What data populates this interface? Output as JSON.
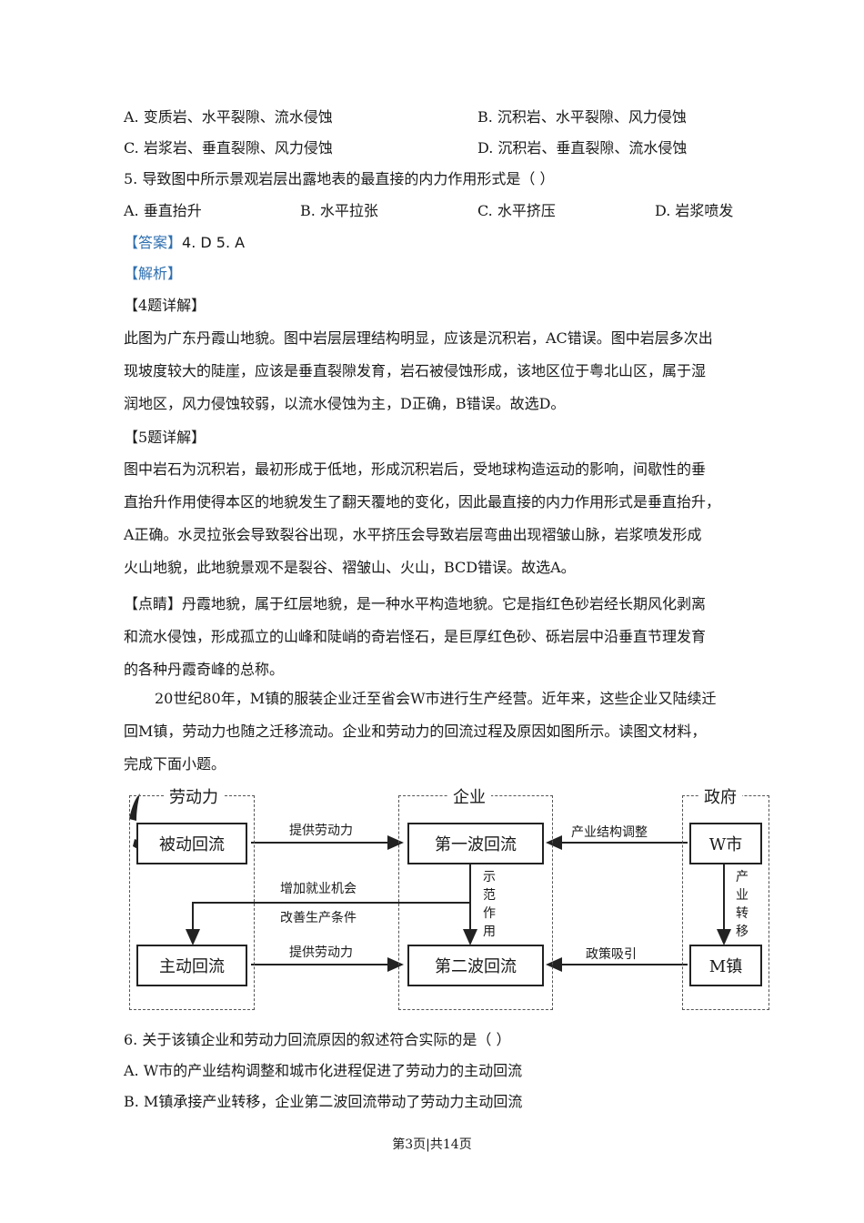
{
  "q4_options": {
    "a": "A.  变质岩、水平裂隙、流水侵蚀",
    "b": "B.  沉积岩、水平裂隙、风力侵蚀",
    "c": "C.  岩浆岩、垂直裂隙、风力侵蚀",
    "d": "D.  沉积岩、垂直裂隙、流水侵蚀"
  },
  "q5": {
    "stem": "5.  导致图中所示景观岩层出露地表的最直接的内力作用形式是（     ）",
    "a": "A.  垂直抬升",
    "b": "B.  水平拉张",
    "c": "C.  水平挤压",
    "d": "D.  岩浆喷发"
  },
  "answer": {
    "tag": "【答案】",
    "text": "4. D    5. A"
  },
  "analysis": {
    "tag": "【解析】"
  },
  "detail4": {
    "title": "【4题详解】",
    "lines": [
      "此图为广东丹霞山地貌。图中岩层层理结构明显，应该是沉积岩，AC错误。图中岩层多次出",
      "现坡度较大的陡崖，应该是垂直裂隙发育，岩石被侵蚀形成，该地区位于粤北山区，属于湿",
      "润地区，风力侵蚀较弱，以流水侵蚀为主，D正确，B错误。故选D。"
    ]
  },
  "detail5": {
    "title": "【5题详解】",
    "lines": [
      "图中岩石为沉积岩，最初形成于低地，形成沉积岩后，受地球构造运动的影响，间歇性的垂",
      "直抬升作用使得本区的地貌发生了翻天覆地的变化，因此最直接的内力作用形式是垂直抬升，",
      "A正确。水灵拉张会导致裂谷出现，水平挤压会导致岩层弯曲出现褶皱山脉，岩浆喷发形成",
      "火山地貌，此地貌景观不是裂谷、褶皱山、火山，BCD错误。故选A。"
    ]
  },
  "dianjing": {
    "tag": "【点睛】",
    "lines": [
      "丹霞地貌，属于红层地貌，是一种水平构造地貌。它是指红色砂岩经长期风化剥离",
      "和流水侵蚀，形成孤立的山峰和陡峭的奇岩怪石，是巨厚红色砂、砾岩层中沿垂直节理发育",
      "的各种丹霞奇峰的总称。"
    ]
  },
  "material": {
    "lines": [
      "20世纪80年，M镇的服装企业迁至省会W市进行生产经营。近年来，这些企业又陆续迁",
      "回M镇，劳动力也随之迁移流动。企业和劳动力的回流过程及原因如图所示。读图文材料，",
      "完成下面小题。"
    ]
  },
  "diagram": {
    "group_labor": "劳动力",
    "group_enterprise": "企业",
    "group_gov": "政府",
    "box_passive": "被动回流",
    "box_active": "主动回流",
    "box_wave1": "第一波回流",
    "box_wave2": "第二波回流",
    "box_w": "W市",
    "box_m": "M镇",
    "arrow_provide_top": "提供劳动力",
    "arrow_provide_bottom": "提供劳动力",
    "arrow_jobs": "增加就业机会",
    "arrow_conditions": "改善生产条件",
    "arrow_demo": "示范作用",
    "arrow_industry": "产业结构调整",
    "arrow_transfer": "产业转移",
    "arrow_policy": "政策吸引"
  },
  "q6": {
    "stem": "6.  关于该镇企业和劳动力回流原因的叙述符合实际的是（     ）",
    "a": "A.  W市的产业结构调整和城市化进程促进了劳动力的主动回流",
    "b": "B.  M镇承接产业转移，企业第二波回流带动了劳动力主动回流"
  },
  "footer": "第3页|共14页"
}
